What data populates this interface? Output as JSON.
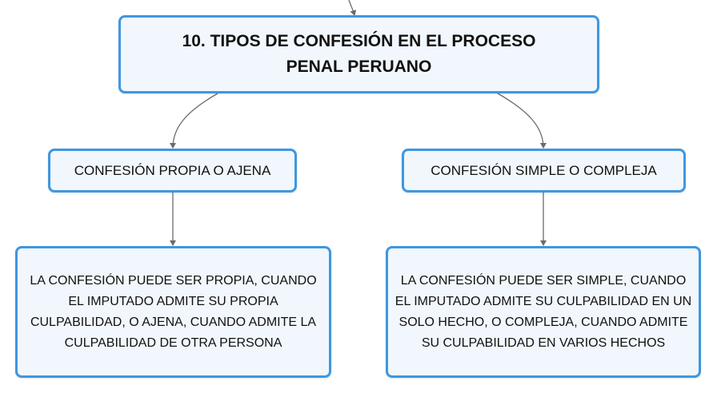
{
  "diagram": {
    "root": {
      "label": "10. TIPOS DE CONFESIÓN EN EL PROCESO PENAL PERUANO"
    },
    "branches": [
      {
        "label": "CONFESIÓN PROPIA O AJENA",
        "detail": "LA CONFESIÓN PUEDE SER PROPIA, CUANDO EL IMPUTADO ADMITE SU PROPIA CULPABILIDAD, O AJENA, CUANDO ADMITE LA CULPABILIDAD DE OTRA PERSONA"
      },
      {
        "label": "CONFESIÓN SIMPLE O COMPLEJA",
        "detail": "LA CONFESIÓN PUEDE SER SIMPLE, CUANDO EL IMPUTADO ADMITE SU CULPABILIDAD EN UN SOLO HECHO, O COMPLEJA, CUANDO ADMITE SU CULPABILIDAD EN VARIOS HECHOS"
      }
    ],
    "colors": {
      "node_border": "#3f97e0",
      "node_fill": "#f1f7fd",
      "connector": "#6b6b6b",
      "text": "#111111"
    }
  }
}
